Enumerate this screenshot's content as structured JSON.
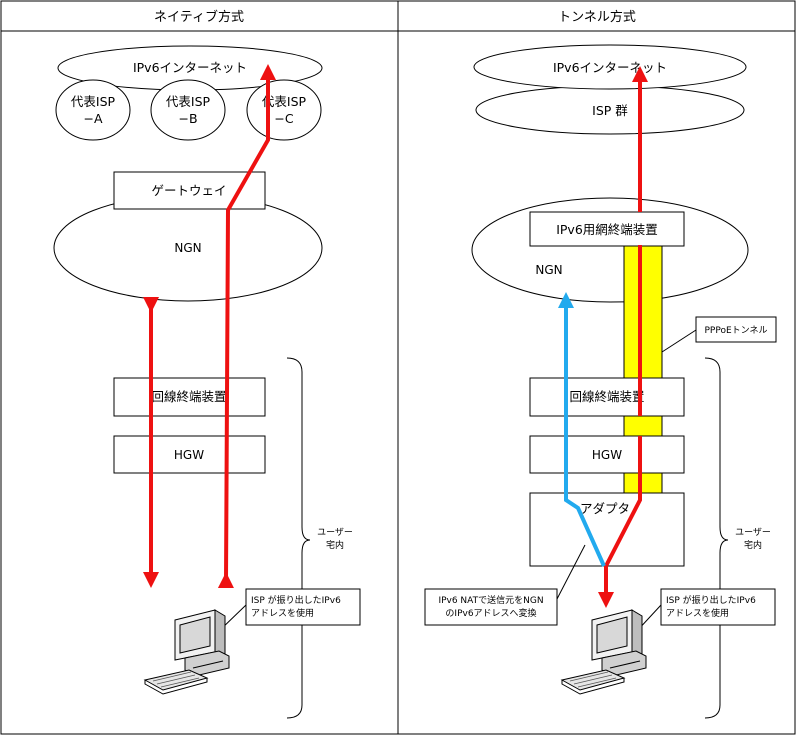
{
  "native": {
    "header": "ネイティブ方式",
    "internet": "IPv6インターネット",
    "isps": [
      {
        "line1": "代表ISP",
        "line2": "−A"
      },
      {
        "line1": "代表ISP",
        "line2": "−B"
      },
      {
        "line1": "代表ISP",
        "line2": "−C"
      }
    ],
    "gateway": "ゲートウェイ",
    "ngn": "NGN",
    "onu": "回線終端装置",
    "hgw": "HGW",
    "user_line1": "ユーザー",
    "user_line2": "宅内",
    "callout_line1": "ISP が振り出したIPv6",
    "callout_line2": "アドレスを使用"
  },
  "tunnel": {
    "header": "トンネル方式",
    "internet": "IPv6インターネット",
    "isp_group": "ISP 群",
    "termination": "IPv6用網終端装置",
    "ngn": "NGN",
    "pppoe": "PPPoEトンネル",
    "onu": "回線終端装置",
    "hgw": "HGW",
    "adapter": "アダプタ",
    "user_line1": "ユーザー",
    "user_line2": "宅内",
    "nat_line1": "IPv6 NATで送信元をNGN",
    "nat_line2": "のIPv6アドレスへ変換",
    "callout_line1": "ISP が振り出したIPv6",
    "callout_line2": "アドレスを使用"
  },
  "colors": {
    "red": "#ee1111",
    "blue": "#22aaee",
    "yellow": "#ffff00"
  }
}
